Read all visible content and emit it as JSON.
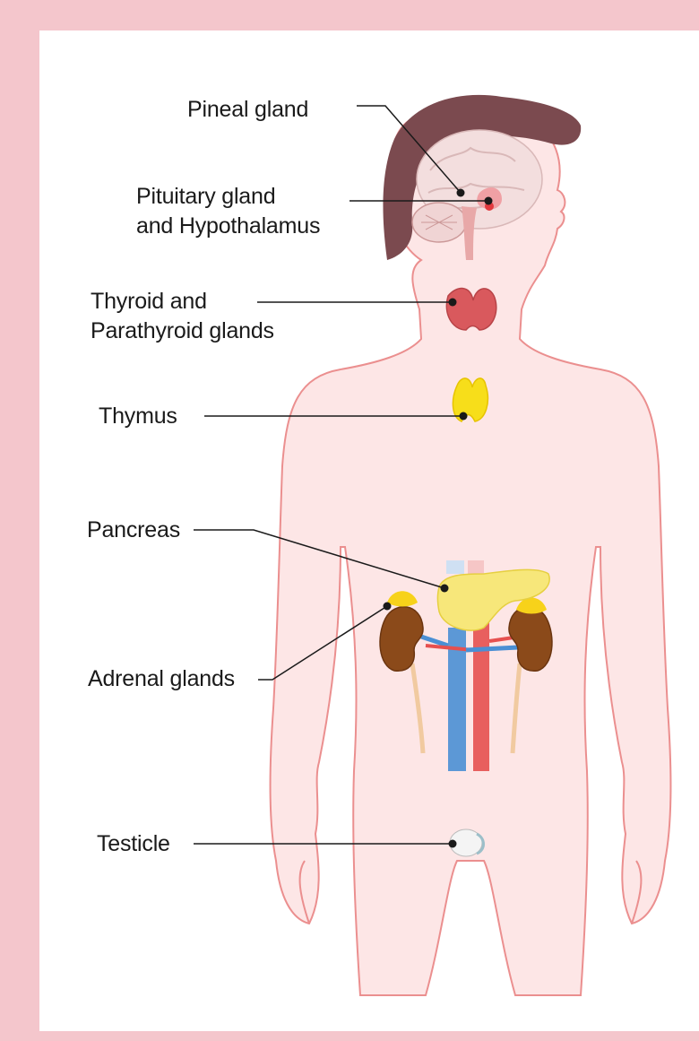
{
  "labels": {
    "pineal": "Pineal gland",
    "pituitary_line1": "Pituitary gland",
    "pituitary_line2": "and Hypothalamus",
    "thyroid_line1": "Thyroid and",
    "thyroid_line2": "Parathyroid glands",
    "thymus": "Thymus",
    "pancreas": "Pancreas",
    "adrenal": "Adrenal glands",
    "testicle": "Testicle"
  },
  "colors": {
    "border": "#f4c6cc",
    "body_fill": "#fde6e6",
    "body_outline": "#eb8f8f",
    "hair": "#7b4a4f",
    "brain": "#f3dede",
    "thyroid": "#d9595d",
    "thymus": "#f7de1a",
    "pancreas": "#f7e77a",
    "kidney": "#8b4a1a",
    "vein": "#4a8fd4",
    "artery": "#e6504f"
  }
}
